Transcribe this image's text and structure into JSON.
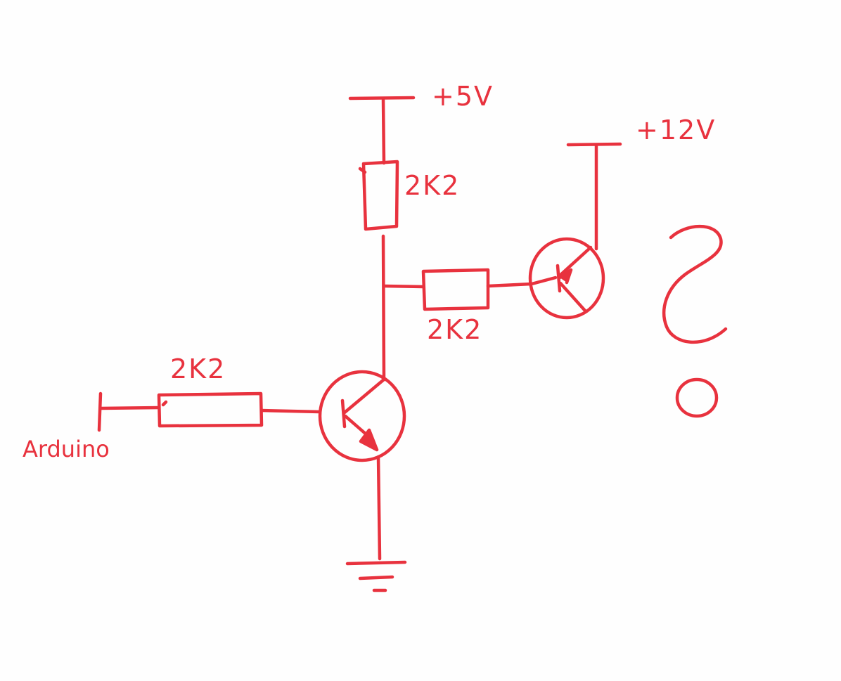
{
  "colors": {
    "ink": "#e8323e",
    "paper": "#fefefe"
  },
  "labels": {
    "supply_5v": "+5V",
    "supply_12v": "+12V",
    "r_collector": "2K2",
    "r_bridge": "2K2",
    "r_input": "2K2",
    "input_name": "Arduino"
  },
  "symbols": {
    "coil": "coil-symbol",
    "ground": "ground-symbol",
    "npn": "npn-transistor-symbol",
    "pnp": "pnp-transistor-symbol",
    "resistor": "resistor-symbol"
  }
}
